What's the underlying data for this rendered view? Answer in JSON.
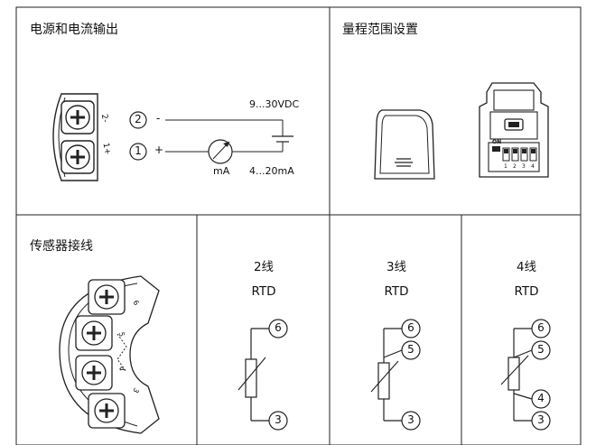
{
  "power": {
    "title": "电源和电流输出",
    "terminal_labels": [
      "2",
      "1"
    ],
    "voltage": "9...30VDC",
    "current_range": "4...20mA",
    "meter_unit": "mA",
    "minus_sign": "-",
    "plus_sign": "+",
    "terminal2_mark": "-",
    "terminal1_mark": "+"
  },
  "range": {
    "title": "量程范围设置",
    "dip_on": "ON",
    "dip_numbers": [
      "1",
      "2",
      "3",
      "4"
    ]
  },
  "sensor": {
    "title": "传感器接线",
    "terminal_labels": [
      "6",
      "5",
      "4",
      "3"
    ]
  },
  "wiring": [
    {
      "title": "2线",
      "type": "RTD",
      "terminals": [
        "6",
        "3"
      ]
    },
    {
      "title": "3线",
      "type": "RTD",
      "terminals": [
        "6",
        "5",
        "3"
      ]
    },
    {
      "title": "4线",
      "type": "RTD",
      "terminals": [
        "6",
        "5",
        "4",
        "3"
      ]
    }
  ]
}
